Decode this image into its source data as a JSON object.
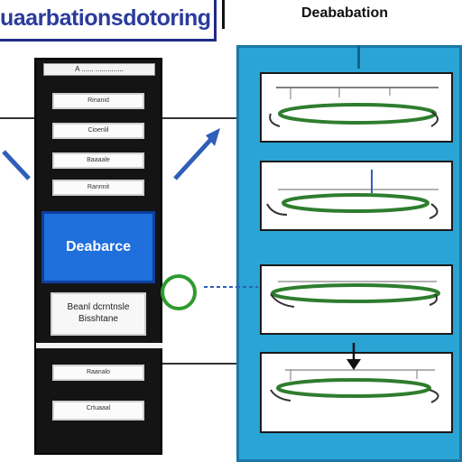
{
  "header": {
    "left_title": "uaarbationsdotoring",
    "right_title": "Deababation"
  },
  "left_column": {
    "top_strip": "A ...... ..............",
    "slots_upper": [
      "Rinanid",
      "Cioenlil",
      "Baaaale",
      "Rannnit"
    ],
    "database_label": "Deabarce",
    "note_lines": [
      "Beanl dcrntnsle",
      "Bisshtane"
    ],
    "slots_lower": [
      "Raanalo",
      "Crtuaaal"
    ]
  },
  "colors": {
    "title_blue": "#2a3b9c",
    "database_blue": "#1f6fdc",
    "panel_blue": "#2aa4d4",
    "ring_green": "#2e7d2e",
    "arrow_blue": "#2f5fb8"
  },
  "icons": [
    "arrow-icon",
    "ring-icon",
    "down-arrow-icon"
  ]
}
